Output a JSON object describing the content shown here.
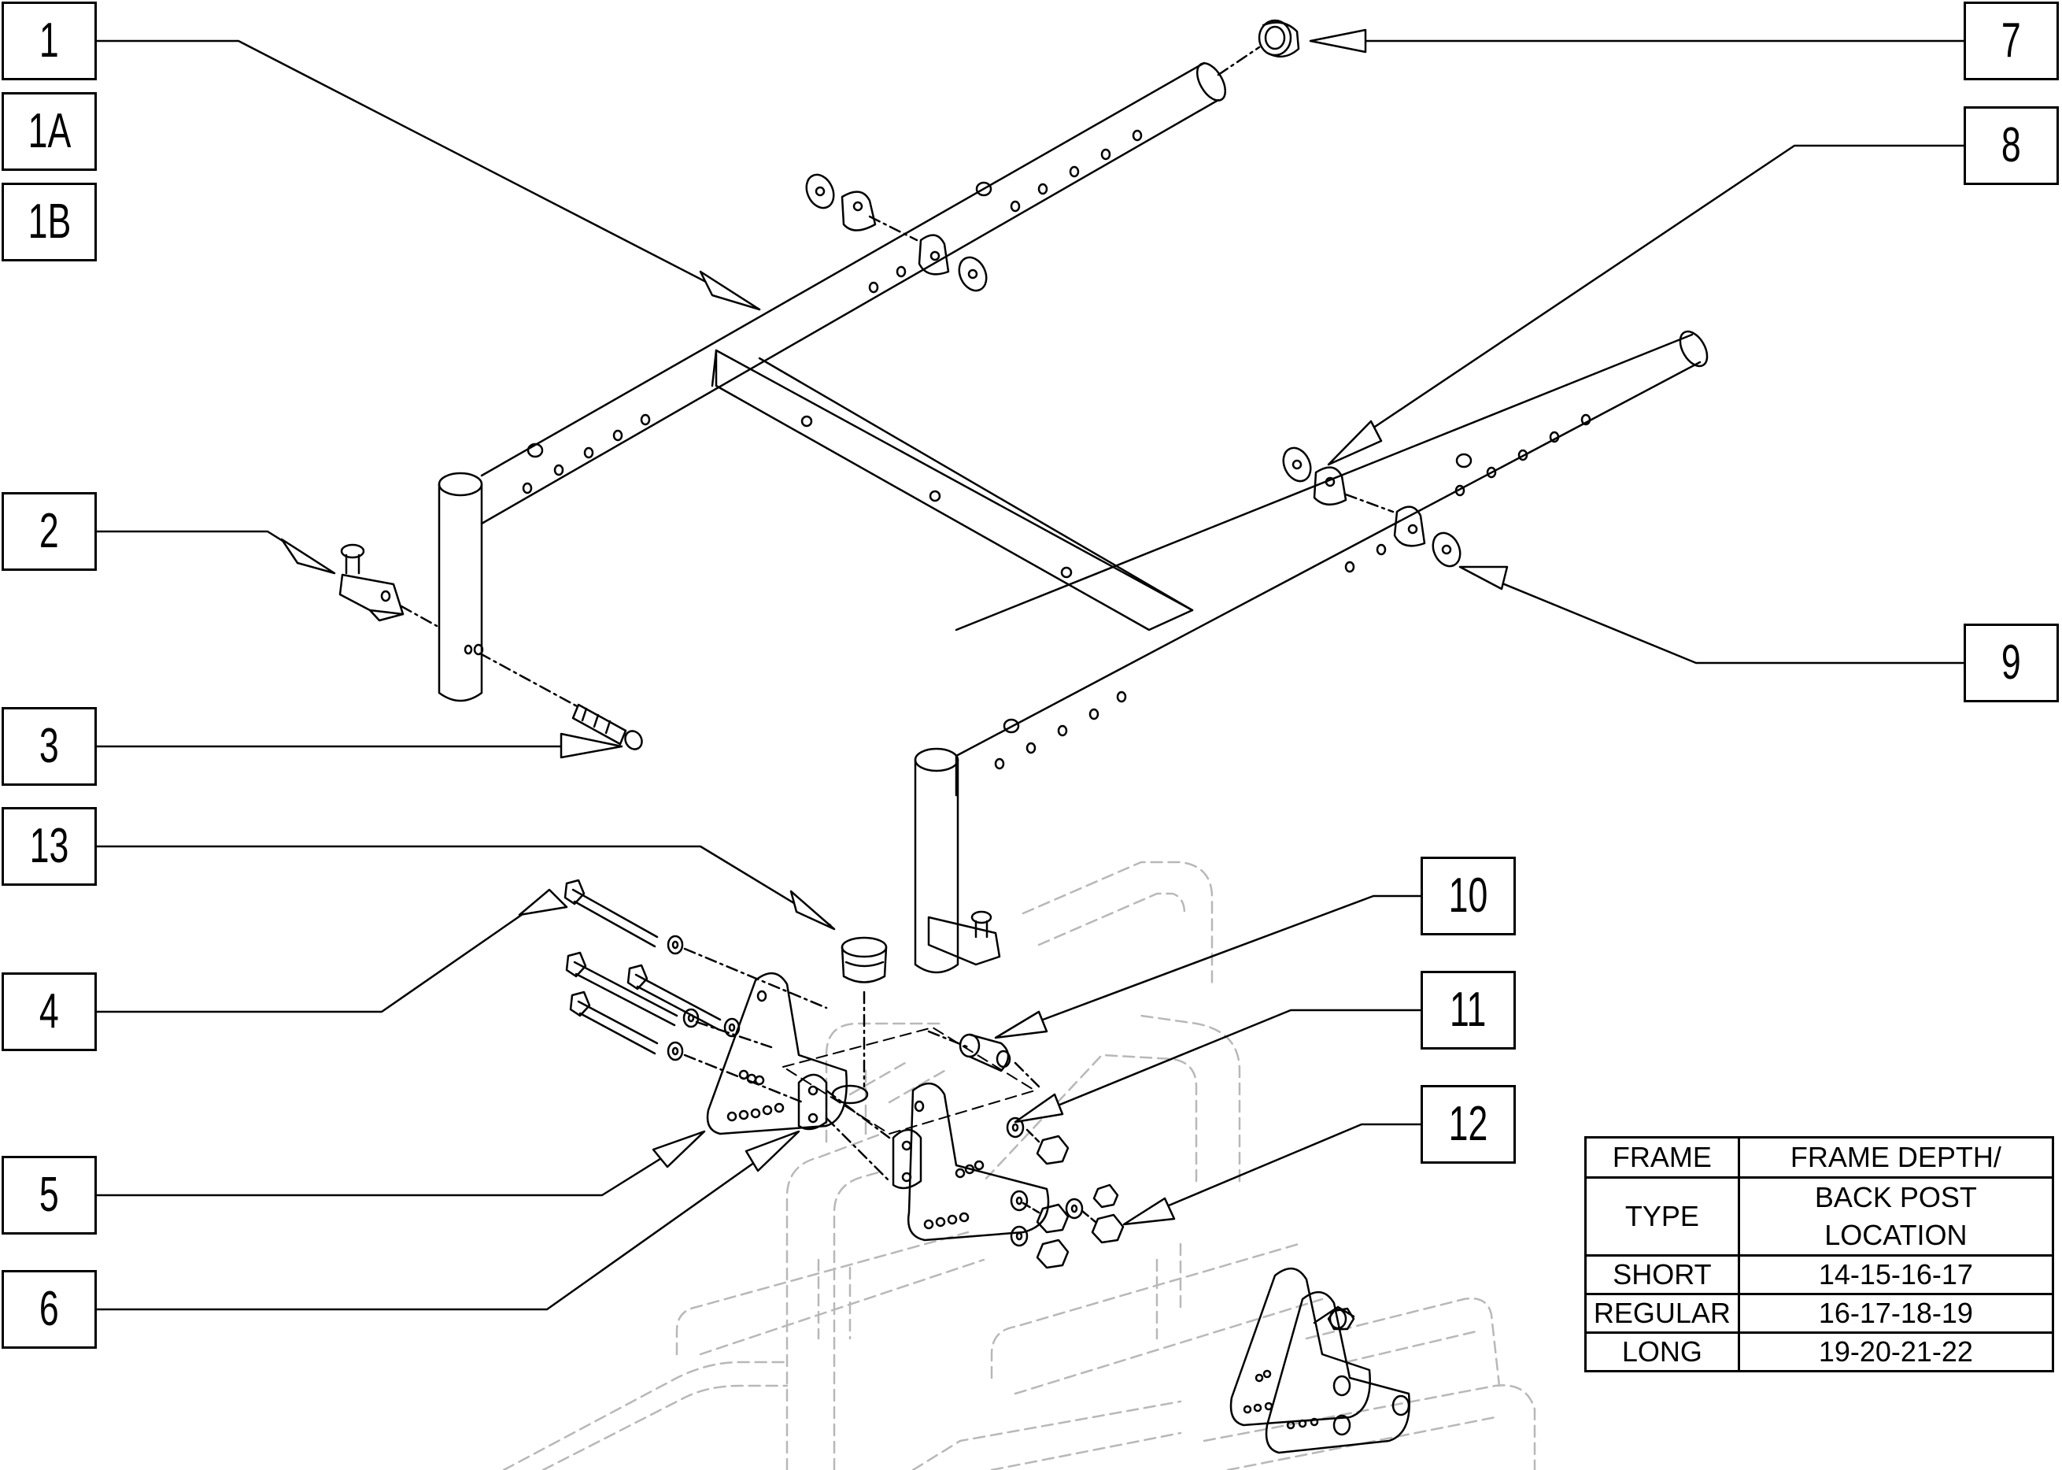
{
  "callouts": {
    "c1": "1",
    "c1a": "1A",
    "c1b": "1B",
    "c2": "2",
    "c3": "3",
    "c13": "13",
    "c4": "4",
    "c5": "5",
    "c6": "6",
    "c7": "7",
    "c8": "8",
    "c9": "9",
    "c10": "10",
    "c11": "11",
    "c12": "12"
  },
  "table": {
    "header_type_1": "FRAME",
    "header_type_2": "TYPE",
    "header_depth_1": "FRAME DEPTH/",
    "header_depth_2": "BACK POST LOCATION",
    "rows": [
      {
        "type": "SHORT",
        "depth": "14-15-16-17"
      },
      {
        "type": "REGULAR",
        "depth": "16-17-18-19"
      },
      {
        "type": "LONG",
        "depth": "19-20-21-22"
      }
    ]
  },
  "colors": {
    "line": "#000000",
    "phantom": "#b8b8b8",
    "background": "#ffffff"
  }
}
